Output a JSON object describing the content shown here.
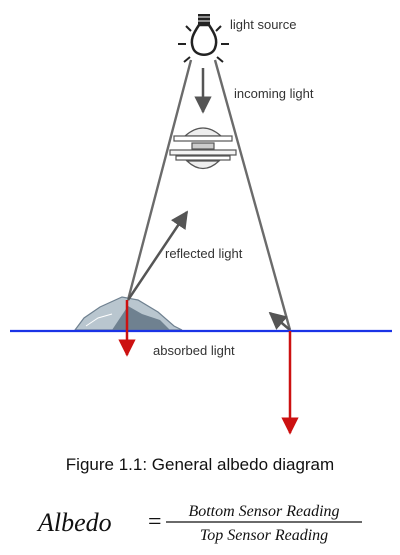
{
  "labels": {
    "light_source": "light source",
    "incoming_light": "incoming light",
    "reflected_light": "reflected light",
    "absorbed_light": "absorbed light"
  },
  "caption": "Figure 1.1: General albedo diagram",
  "formula": {
    "lhs": "Albedo",
    "equals": "=",
    "numerator": "Bottom Sensor Reading",
    "denominator": "Top Sensor Reading"
  },
  "colors": {
    "beam_line": "#6b6b6b",
    "ground_line": "#1a33e6",
    "absorbed_arrow": "#cc1111",
    "ice": "#b9c6cf",
    "ice_dark": "#6f8190",
    "bulb": "#222222"
  },
  "icons": {
    "source": "light-bulb-icon",
    "sensor": "albedometer-sensor-icon",
    "surface": "ice-floe-icon"
  }
}
